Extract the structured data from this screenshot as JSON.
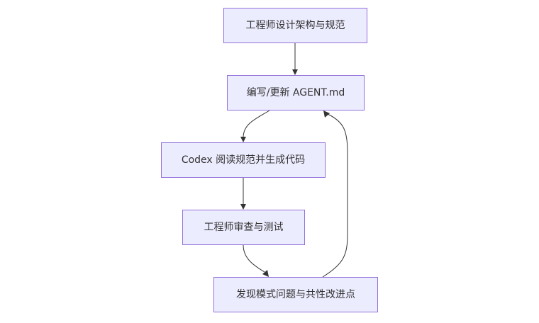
{
  "diagram": {
    "type": "flowchart",
    "direction": "top-down",
    "colors": {
      "node_fill": "#ececff",
      "node_border": "#9370db",
      "edge": "#333333",
      "text": "#333333"
    },
    "nodes": [
      {
        "id": "n1",
        "label": "工程师设计架构与规范"
      },
      {
        "id": "n2",
        "label": "编写/更新 AGENT.md"
      },
      {
        "id": "n3",
        "label": "Codex 阅读规范并生成代码"
      },
      {
        "id": "n4",
        "label": "工程师审查与测试"
      },
      {
        "id": "n5",
        "label": "发现模式问题与共性改进点"
      }
    ],
    "edges": [
      {
        "from": "n1",
        "to": "n2"
      },
      {
        "from": "n2",
        "to": "n3"
      },
      {
        "from": "n3",
        "to": "n4"
      },
      {
        "from": "n4",
        "to": "n5"
      },
      {
        "from": "n5",
        "to": "n2"
      }
    ]
  }
}
